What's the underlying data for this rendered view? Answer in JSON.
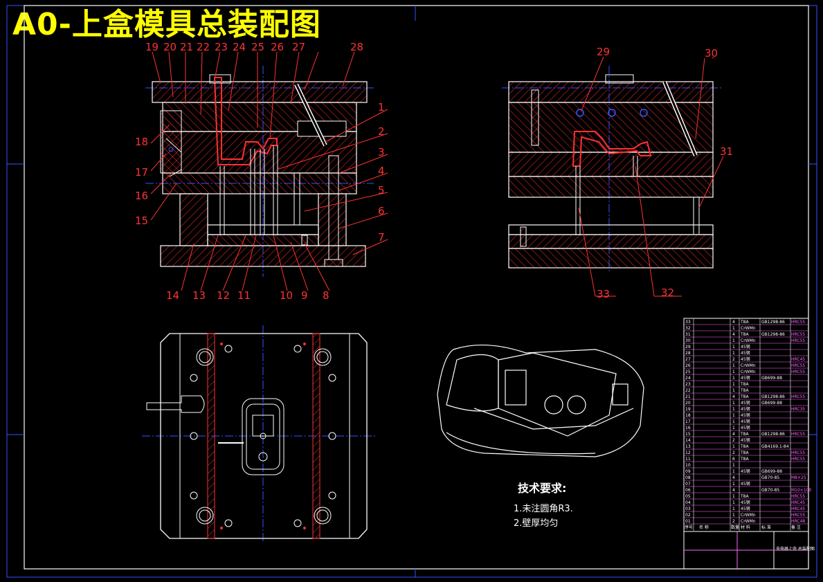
{
  "drawing_title": "A0-上盒模具总装配图",
  "technical_requirements": {
    "heading": "技术要求:",
    "items": [
      "1.未注圆角R3.",
      "2.壁厚均匀"
    ]
  },
  "callouts_left_view": [
    "19",
    "20",
    "21",
    "22",
    "23",
    "24",
    "25",
    "26",
    "27",
    "28",
    "1",
    "2",
    "3",
    "4",
    "5",
    "6",
    "7",
    "8",
    "9",
    "10",
    "11",
    "12",
    "13",
    "14",
    "15",
    "16",
    "17",
    "18"
  ],
  "callouts_right_view": [
    "29",
    "30",
    "31",
    "32",
    "33"
  ],
  "bom": {
    "columns": [
      "序号",
      "名 称",
      "数量",
      "材 料",
      "标 准",
      "备 注"
    ],
    "rows": [
      {
        "no": "33",
        "qty": "4",
        "material": "T8A",
        "standard": "GB1298-86",
        "note": "HRC55"
      },
      {
        "no": "32",
        "qty": "1",
        "material": "CrWMn",
        "standard": "",
        "note": ""
      },
      {
        "no": "31",
        "qty": "4",
        "material": "T8A",
        "standard": "GB1298-86",
        "note": "HRC55"
      },
      {
        "no": "30",
        "qty": "1",
        "material": "CrWMn",
        "standard": "",
        "note": "HRC55"
      },
      {
        "no": "29",
        "qty": "1",
        "material": "45钢",
        "standard": "",
        "note": ""
      },
      {
        "no": "28",
        "qty": "1",
        "material": "45钢",
        "standard": "",
        "note": ""
      },
      {
        "no": "27",
        "qty": "2",
        "material": "45钢",
        "standard": "",
        "note": "HRC45"
      },
      {
        "no": "26",
        "qty": "1",
        "material": "CrWMn",
        "standard": "",
        "note": "HRC55"
      },
      {
        "no": "25",
        "qty": "1",
        "material": "CrWMn",
        "standard": "",
        "note": "HRC55"
      },
      {
        "no": "24",
        "qty": "1",
        "material": "45钢",
        "standard": "GB699-88",
        "note": ""
      },
      {
        "no": "23",
        "qty": "1",
        "material": "T8A",
        "standard": "",
        "note": ""
      },
      {
        "no": "22",
        "qty": "1",
        "material": "T8A",
        "standard": "",
        "note": ""
      },
      {
        "no": "21",
        "qty": "4",
        "material": "T8A",
        "standard": "GB1298-86",
        "note": "HRC55"
      },
      {
        "no": "20",
        "qty": "1",
        "material": "45钢",
        "standard": "GB699-88",
        "note": ""
      },
      {
        "no": "19",
        "qty": "1",
        "material": "45钢",
        "standard": "",
        "note": "HRC35"
      },
      {
        "no": "18",
        "qty": "1",
        "material": "45钢",
        "standard": "",
        "note": ""
      },
      {
        "no": "17",
        "qty": "1",
        "material": "45钢",
        "standard": "",
        "note": ""
      },
      {
        "no": "16",
        "qty": "1",
        "material": "45钢",
        "standard": "",
        "note": ""
      },
      {
        "no": "15",
        "qty": "4",
        "material": "T8A",
        "standard": "GB1298-86",
        "note": "HRC55"
      },
      {
        "no": "14",
        "qty": "2",
        "material": "45钢",
        "standard": "",
        "note": ""
      },
      {
        "no": "13",
        "qty": "1",
        "material": "T8A",
        "standard": "GB4169.1-84",
        "note": ""
      },
      {
        "no": "12",
        "qty": "2",
        "material": "T8A",
        "standard": "",
        "note": "HRC55"
      },
      {
        "no": "11",
        "qty": "6",
        "material": "T8A",
        "standard": "",
        "note": "HRC55"
      },
      {
        "no": "10",
        "qty": "1",
        "material": "",
        "standard": "",
        "note": ""
      },
      {
        "no": "09",
        "qty": "1",
        "material": "45钢",
        "standard": "GB699-88",
        "note": ""
      },
      {
        "no": "08",
        "qty": "4",
        "material": "",
        "standard": "GB70-85",
        "note": "M8×25"
      },
      {
        "no": "07",
        "qty": "1",
        "material": "45钢",
        "standard": "",
        "note": ""
      },
      {
        "no": "06",
        "qty": "4",
        "material": "",
        "standard": "GB70-85",
        "note": "M10×100"
      },
      {
        "no": "05",
        "qty": "1",
        "material": "T8A",
        "standard": "",
        "note": "HRC55"
      },
      {
        "no": "04",
        "qty": "1",
        "material": "45钢",
        "standard": "",
        "note": "HRC45"
      },
      {
        "no": "03",
        "qty": "1",
        "material": "45钢",
        "standard": "",
        "note": "HRC45"
      },
      {
        "no": "02",
        "qty": "1",
        "material": "CrWMn",
        "standard": "",
        "note": "HRC55"
      },
      {
        "no": "01",
        "qty": "2",
        "material": "CrWMn",
        "standard": "",
        "note": "HRC48"
      }
    ]
  },
  "title_block": {
    "drawing_name": "充电器上壳 总装配图"
  },
  "colors": {
    "background": "#000000",
    "outline": "#ffffff",
    "hatch": "#ff3030",
    "callout": "#ff3333",
    "centerline": "#3355ff",
    "title": "#ffff00",
    "frame": "#3355ff"
  }
}
